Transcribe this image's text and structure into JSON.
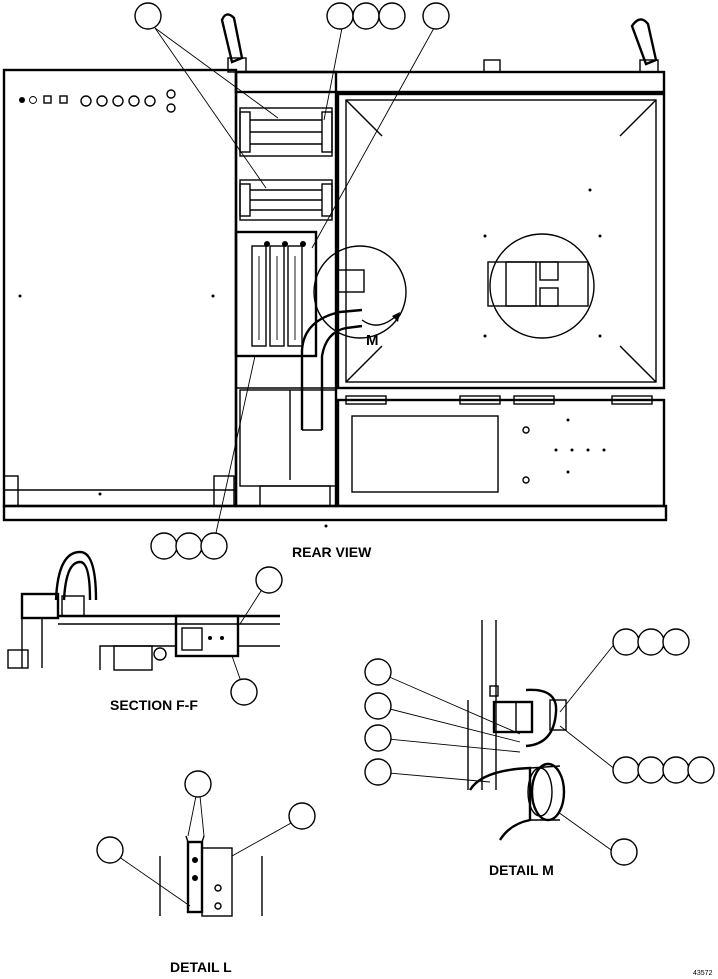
{
  "views": {
    "rear": "REAR VIEW",
    "section_ff": "SECTION F-F",
    "detail_m": "DETAIL M",
    "detail_l": "DETAIL L"
  },
  "markers": {
    "detail_m": "M"
  },
  "drawing_number": "43572"
}
